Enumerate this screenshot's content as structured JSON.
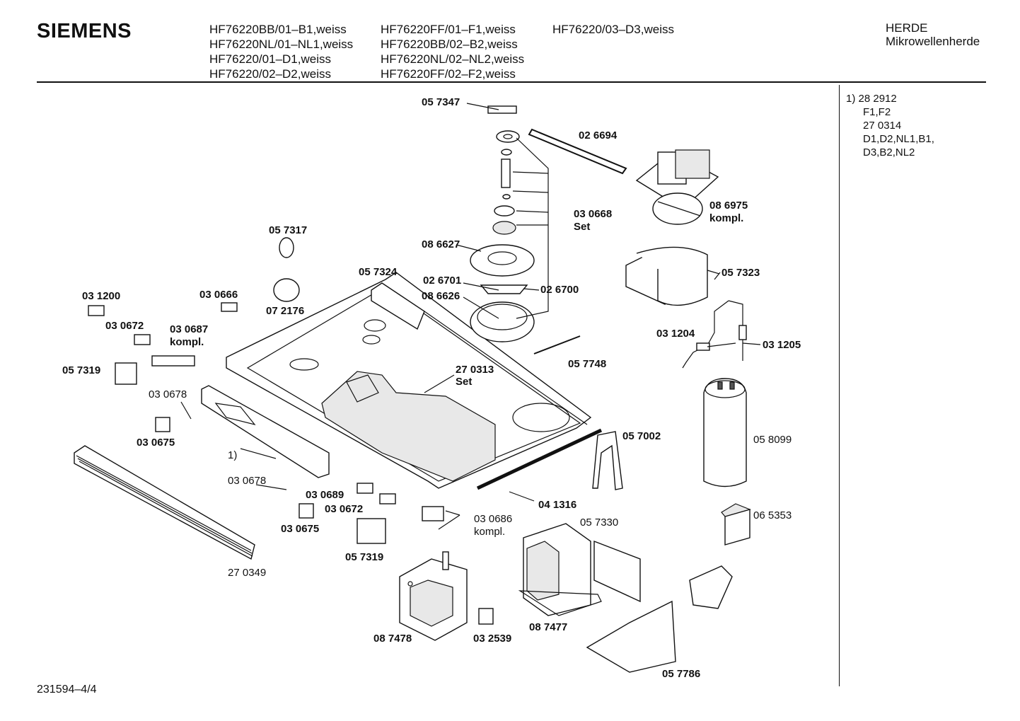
{
  "header": {
    "brand": "SIEMENS",
    "models_col1": [
      "HF76220BB/01–B1,weiss",
      "HF76220NL/01–NL1,weiss",
      "HF76220/01–D1,weiss",
      "HF76220/02–D2,weiss"
    ],
    "models_col2": [
      "HF76220FF/01–F1,weiss",
      "HF76220BB/02–B2,weiss",
      "HF76220NL/02–NL2,weiss",
      "HF76220FF/02–F2,weiss"
    ],
    "models_col3": [
      "HF76220/03–D3,weiss"
    ],
    "category": "HERDE",
    "subcategory": "Mikrowellenherde"
  },
  "notes": [
    "1)  28 2912",
    "F1,F2",
    "27 0314",
    "D1,D2,NL1,B1,",
    "D3,B2,NL2"
  ],
  "footer": "231594–4/4",
  "parts": {
    "p057347": "05 7347",
    "p026694": "02 6694",
    "p086975": "08 6975",
    "p086975b": "kompl.",
    "p030668": "03 0668",
    "p030668b": "Set",
    "p057317": "05 7317",
    "p086627": "08 6627",
    "p057324": "05 7324",
    "p026701": "02 6701",
    "p026700": "02 6700",
    "p086626": "08 6626",
    "p057323": "05 7323",
    "p031200": "03 1200",
    "p030666": "03 0666",
    "p072176": "07 2176",
    "p030672a": "03 0672",
    "p030687": "03 0687",
    "p030687b": "kompl.",
    "p031204": "03 1204",
    "p031205": "03 1205",
    "p057319a": "05 7319",
    "p057748": "05 7748",
    "p270313": "27 0313",
    "p270313b": "Set",
    "p030678a": "03 0678",
    "p030675a": "03 0675",
    "p057002": "05 7002",
    "p058099": "05 8099",
    "note1": "1)",
    "p030678b": "03 0678",
    "p030689": "03 0689",
    "p030672b": "03 0672",
    "p041316": "04 1316",
    "p030675b": "03 0675",
    "p030686": "03 0686",
    "p030686b": "kompl.",
    "p057330": "05 7330",
    "p065353": "06 5353",
    "p057319b": "05 7319",
    "p270349": "27 0349",
    "p087478": "08 7478",
    "p032539": "03 2539",
    "p087477": "08 7477",
    "p057786": "05 7786"
  }
}
